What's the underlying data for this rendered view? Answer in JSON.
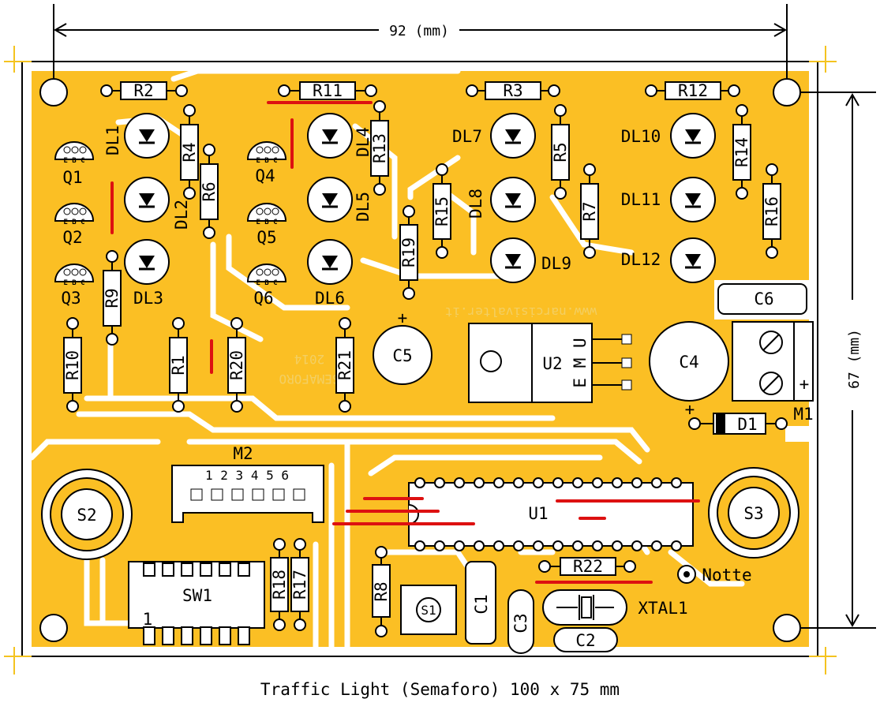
{
  "colors": {
    "copper": "#fbbf24",
    "mask": "#fad36a",
    "ink": "#000000",
    "jumper": "#dd1111",
    "board": "#ffffff",
    "silk": "#f3cf63"
  },
  "dimensions": {
    "width": "92 (mm)",
    "height": "67 (mm)"
  },
  "caption": "Traffic Light (Semaforo) 100 x 75 mm",
  "silkscreen": {
    "website": "www.narcisivalter.it",
    "year": "2014",
    "project": "SEMAFORO"
  },
  "resistors": {
    "r1": "R1",
    "r2": "R2",
    "r3": "R3",
    "r4": "R4",
    "r5": "R5",
    "r6": "R6",
    "r7": "R7",
    "r8": "R8",
    "r9": "R9",
    "r10": "R10",
    "r11": "R11",
    "r12": "R12",
    "r13": "R13",
    "r14": "R14",
    "r15": "R15",
    "r16": "R16",
    "r17": "R17",
    "r18": "R18",
    "r19": "R19",
    "r20": "R20",
    "r21": "R21",
    "r22": "R22"
  },
  "leds": {
    "dl1": "DL1",
    "dl2": "DL2",
    "dl3": "DL3",
    "dl4": "DL4",
    "dl5": "DL5",
    "dl6": "DL6",
    "dl7": "DL7",
    "dl8": "DL8",
    "dl9": "DL9",
    "dl10": "DL10",
    "dl11": "DL11",
    "dl12": "DL12"
  },
  "transistors": {
    "q1": "Q1",
    "q2": "Q2",
    "q3": "Q3",
    "q4": "Q4",
    "q5": "Q5",
    "q6": "Q6",
    "pins": "E B C"
  },
  "capacitors": {
    "c1": "C1",
    "c2": "C2",
    "c3": "C3",
    "c4": "C4",
    "c5": "C5",
    "c6": "C6",
    "plus": "+"
  },
  "ics": {
    "u1": "U1",
    "u2": "U2",
    "u2_pins": "E M U"
  },
  "connectors": {
    "m1": "M1",
    "m1_plus": "+",
    "m2": "M2",
    "m2_pins": "1 2 3 4 5 6",
    "sw1": "SW1",
    "sw1_pin1": "1"
  },
  "switches": {
    "s1": "S1",
    "s2": "S2",
    "s3": "S3"
  },
  "misc": {
    "d1": "D1",
    "xtal1": "XTAL1",
    "notte": "Notte"
  }
}
